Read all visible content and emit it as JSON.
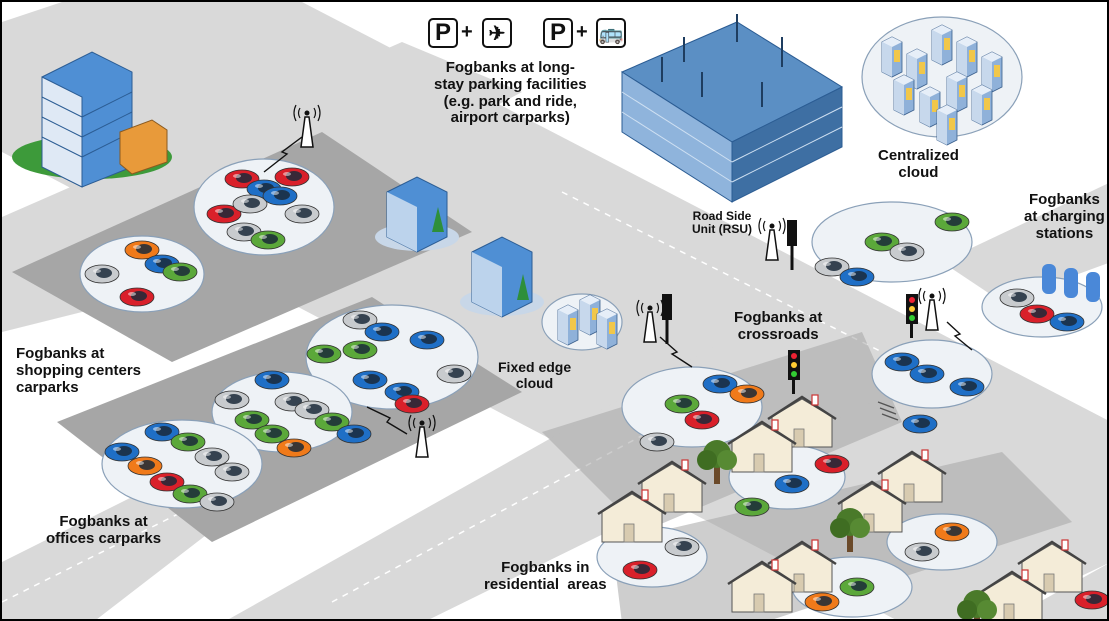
{
  "labels": {
    "long_stay": [
      "Fogbanks at long-",
      "stay parking facilities",
      "(e.g. park and ride,",
      "airport carparks)"
    ],
    "centralized": [
      "Centralized",
      "cloud"
    ],
    "rsu": [
      "Road Side",
      "Unit (RSU)"
    ],
    "charging": [
      "Fogbanks",
      "at charging",
      "stations"
    ],
    "crossroads": [
      "Fogbanks at",
      "crossroads"
    ],
    "fixed_edge": [
      "Fixed edge",
      "cloud"
    ],
    "shopping": [
      "Fogbanks at",
      "shopping centers",
      "carparks"
    ],
    "offices": [
      "Fogbanks at",
      "offices carparks"
    ],
    "residential": [
      "Fogbanks in",
      "residential  areas"
    ]
  },
  "parking_signs": {
    "airport": {
      "letter": "P",
      "plus": "+",
      "icon": "airplane-icon"
    },
    "bus": {
      "letter": "P",
      "plus": "+",
      "icon": "bus-icon"
    }
  },
  "colors": {
    "road": "#d9d9d9",
    "lot": "#a6a6a6",
    "cloud_fill": "#eef2f6",
    "car_red": "#d9202a",
    "car_blue": "#1f6fc6",
    "car_green": "#5ba83a",
    "car_orange": "#f07a1a",
    "car_silver": "#c8cbce",
    "building_blue": "#4f8fd4",
    "house_wall": "#f4ecd8",
    "tree_green": "#4a7a2a"
  }
}
